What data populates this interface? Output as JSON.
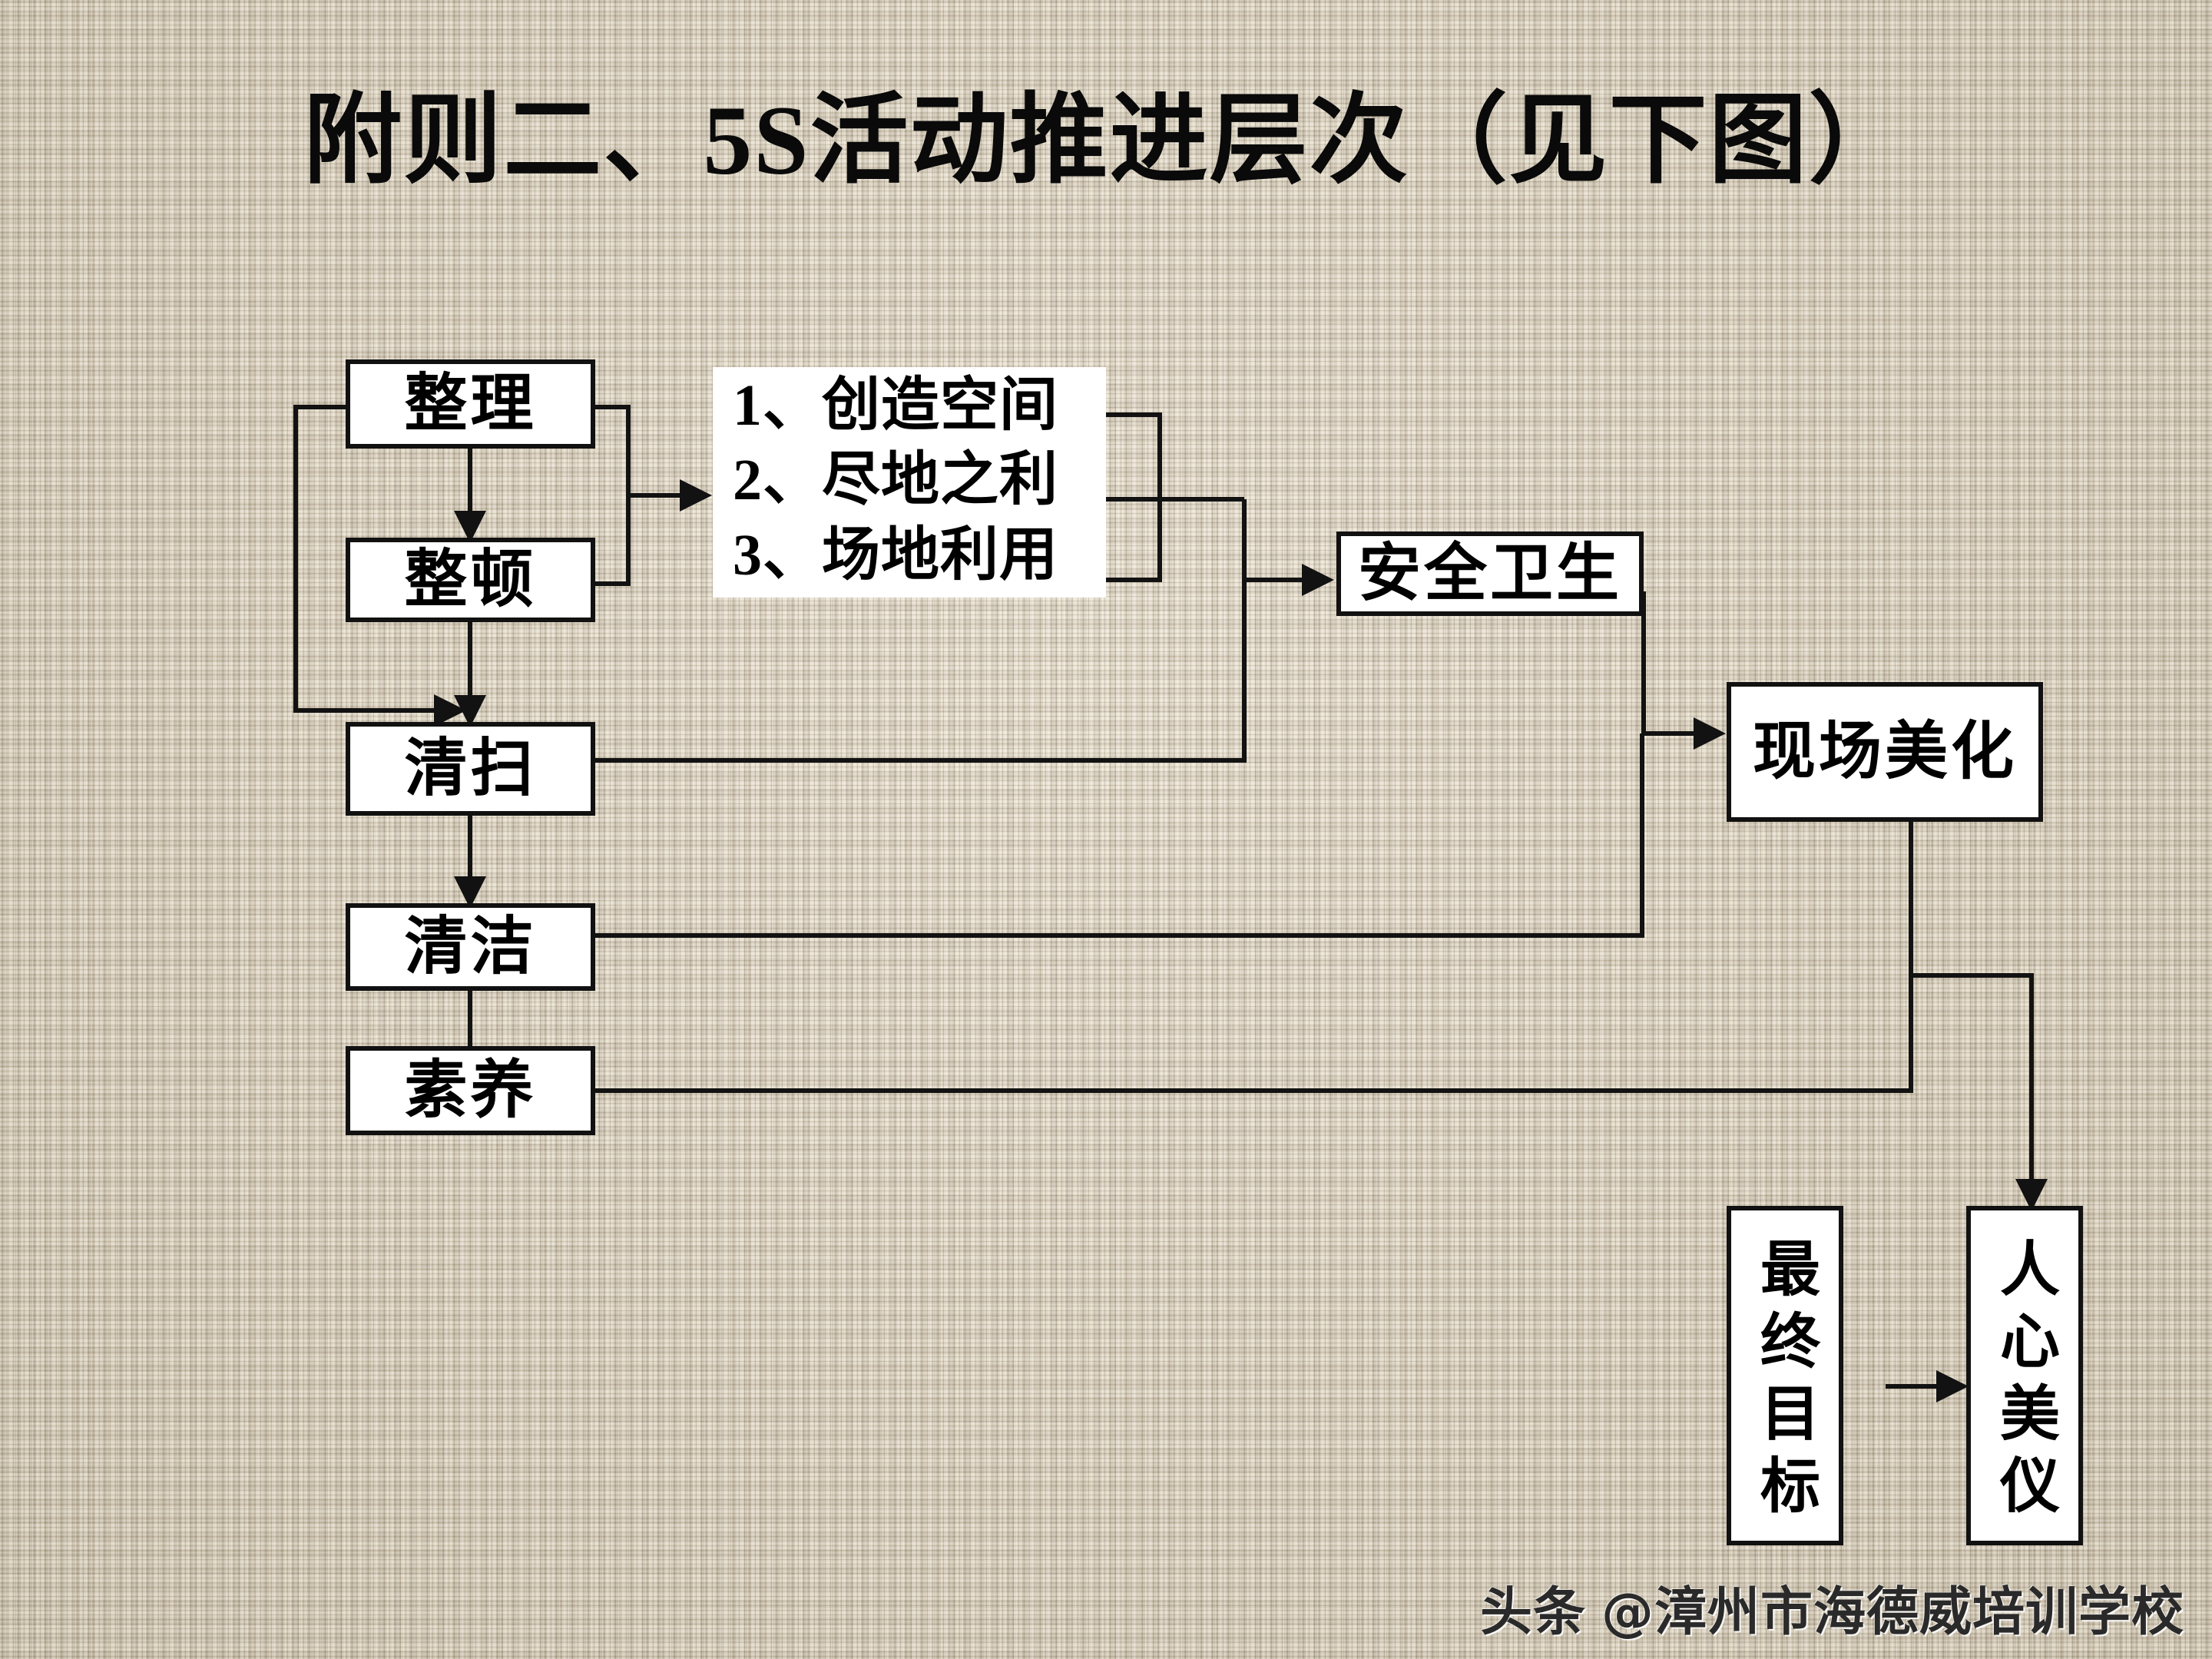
{
  "slide": {
    "title": "附则二、5S活动推进层次（见下图）",
    "background_color": "#d9cfba",
    "line_color": "#121212",
    "box_fill": "#ffffff"
  },
  "nodes": {
    "sort": {
      "label": "整理"
    },
    "set_in_order": {
      "label": "整顿"
    },
    "sweep": {
      "label": "清扫"
    },
    "clean": {
      "label": "清洁"
    },
    "discipline": {
      "label": "素养"
    },
    "safety": {
      "label": "安全卫生"
    },
    "beautify": {
      "label": "现场美化"
    },
    "final_goal": {
      "label": "最终目标"
    },
    "hearts": {
      "label": "人心美仪"
    }
  },
  "benefits_panel": {
    "items": [
      "1、创造空间",
      "2、尽地之利",
      "3、场地利用"
    ]
  },
  "watermark": {
    "brand": "头条",
    "handle": "@漳州市海德威培训学校"
  }
}
